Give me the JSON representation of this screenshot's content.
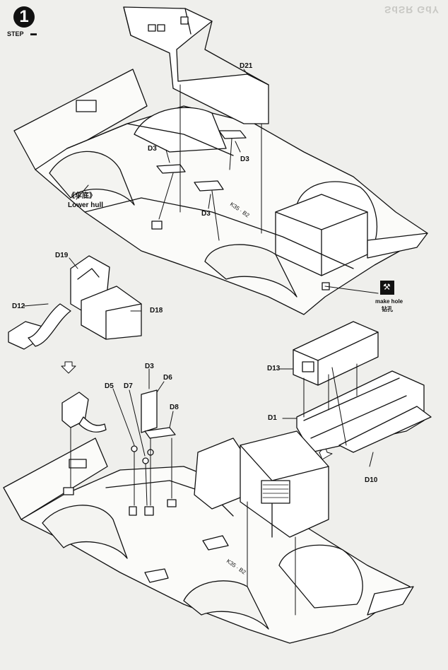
{
  "step": {
    "number": "1",
    "label": "STEP"
  },
  "watermark": "SdSR GdY",
  "labels": {
    "d21": "D21",
    "d3_a": "D3",
    "d3_b": "D3",
    "d3_c": "D3",
    "lower_hull_cn": "《车底》",
    "lower_hull_en": "Lower hull",
    "d19": "D19",
    "d12": "D12",
    "d18": "D18",
    "make_hole_en": "make hole",
    "make_hole_cn": "钻孔",
    "d13": "D13",
    "d1": "D1",
    "d10": "D10",
    "d3_d": "D3",
    "d5": "D5",
    "d7": "D7",
    "d6": "D6",
    "d8": "D8"
  },
  "icons": {
    "step": "tank-icon",
    "make_hole": "drill-icon"
  }
}
